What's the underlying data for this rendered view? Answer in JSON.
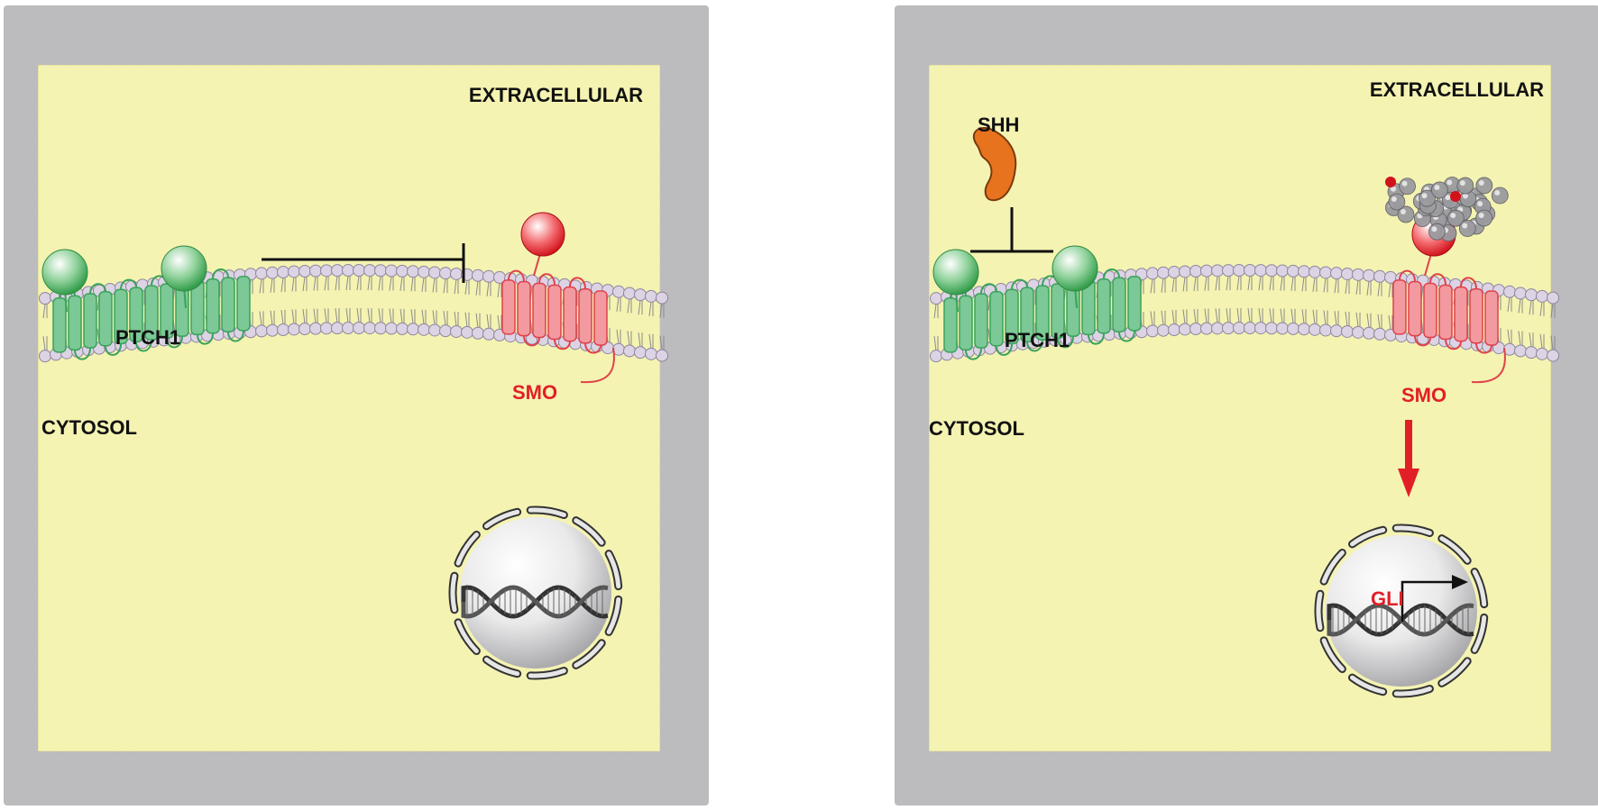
{
  "panels": [
    {
      "id": "basal",
      "extracellular": "EXTRACELLULAR",
      "cytosol": "CYTOSOL",
      "receptor": "PTCH1",
      "transducer": "SMO"
    },
    {
      "id": "activated",
      "extracellular": "EXTRACELLULAR",
      "cytosol": "CYTOSOL",
      "receptor": "PTCH1",
      "transducer": "SMO",
      "ligand": "SHH",
      "transcription_factor": "GLI"
    }
  ],
  "colors": {
    "panel_border": "#bcbbbd",
    "cytoplasm": "#f4f3b2",
    "ptch1": "#7cc896",
    "smo": "#f29aa0",
    "smo_label": "#e21f26",
    "shh": "#e8731f",
    "lipid_head": "#dcd3e4"
  },
  "icons": [
    "ptch1-receptor-icon",
    "smo-receptor-icon",
    "inhibition-bar-icon",
    "shh-ligand-icon",
    "sterol-molecule-icon",
    "activation-arrow-icon",
    "nucleus-icon",
    "dna-helix-icon",
    "transcription-arrow-icon"
  ]
}
